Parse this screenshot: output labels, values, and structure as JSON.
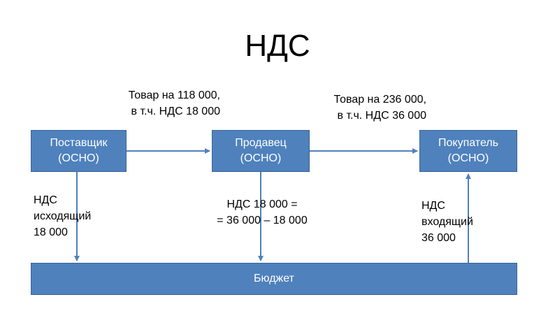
{
  "diagram": {
    "title": "НДС",
    "nodes": {
      "supplier": {
        "line1": "Поставщик",
        "line2": "(ОСНО)"
      },
      "seller": {
        "line1": "Продавец",
        "line2": "(ОСНО)"
      },
      "buyer": {
        "line1": "Покупатель",
        "line2": "(ОСНО)"
      },
      "budget": {
        "label": "Бюджет"
      }
    },
    "edges": {
      "supplier_to_seller": {
        "line1": "Товар на 118 000,",
        "line2": "в т.ч. НДС 18 000"
      },
      "seller_to_buyer": {
        "line1": "Товар на 236 000,",
        "line2": "в т.ч. НДС 36 000"
      },
      "supplier_to_budget": {
        "line1": "НДС",
        "line2": "исходящий",
        "line3": "18 000"
      },
      "seller_to_budget": {
        "line1": "НДС 18 000 =",
        "line2": "= 36 000 – 18 000"
      },
      "budget_to_buyer": {
        "line1": "НДС",
        "line2": "входящий",
        "line3": "36 000"
      }
    },
    "colors": {
      "box_fill": "#4f81bd",
      "box_border": "#3a6496",
      "arrow": "#4f81bd",
      "box_text": "#ffffff"
    }
  }
}
